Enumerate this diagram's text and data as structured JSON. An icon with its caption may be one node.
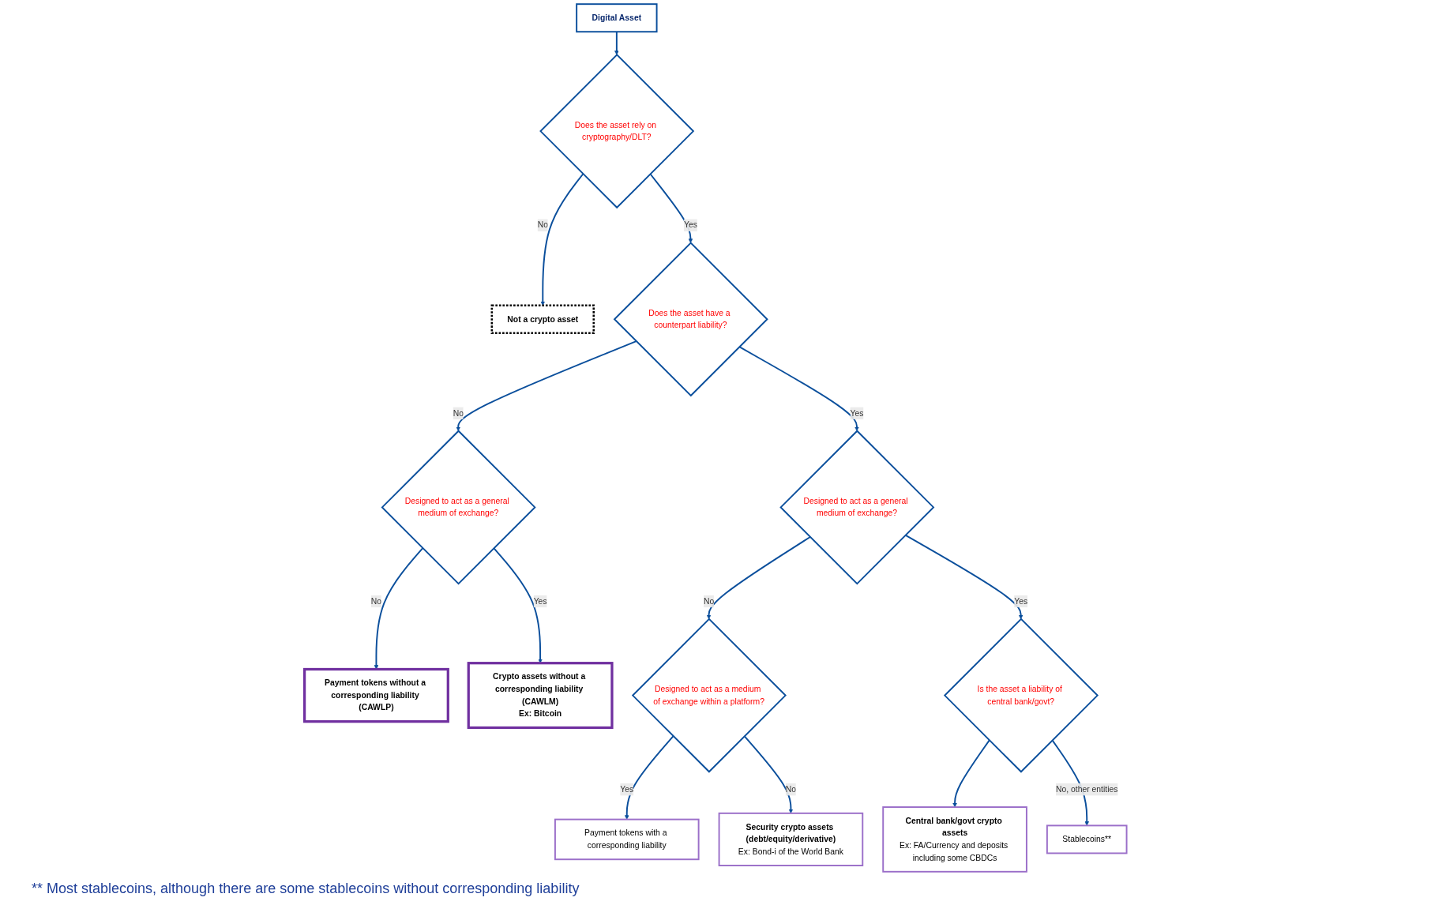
{
  "diagram": {
    "nodes": [
      {
        "text": [
          "Digital Asset"
        ]
      },
      {
        "text": [
          "Does the asset rely on cryptography/DLT?"
        ]
      },
      {
        "text": [
          "Not a crypto asset"
        ]
      },
      {
        "text": [
          "Does the asset have a counterpart liability?"
        ]
      },
      {
        "text": [
          "Designed to act as a general medium of exchange?"
        ]
      },
      {
        "text": [
          "Payment tokens without a corresponding liability (CAWLP)"
        ]
      },
      {
        "text": [
          "Crypto assets without a corresponding liability (CAWLM)",
          "Ex: Bitcoin"
        ]
      },
      {
        "text": [
          "Designed to act as a general medium of exchange?"
        ]
      },
      {
        "text": [
          "Designed to act as a medium of exchange within a platform?"
        ]
      },
      {
        "text": [
          "Is the asset a liability of central bank/govt?"
        ]
      },
      {
        "text": [
          "Payment tokens with a corresponding liability"
        ]
      },
      {
        "text": [
          "Central bank/govt crypto assets",
          "Ex: FA/Currency and deposits including some CBDCs"
        ]
      },
      {
        "text": [
          "Security crypto assets (debt/equity/derivative)",
          "Ex: Bond-i of the World Bank"
        ]
      },
      {
        "text": [
          "Stablecoins**"
        ]
      }
    ],
    "edges": [
      {
        "from": 0,
        "to": 1,
        "arrow": "to"
      },
      {
        "from": 1,
        "to": 2,
        "arrow": "to",
        "label": "No"
      },
      {
        "from": 1,
        "to": 3,
        "arrow": "to",
        "label": "Yes"
      },
      {
        "from": 3,
        "to": 7,
        "arrow": "to",
        "label": "Yes"
      },
      {
        "from": 3,
        "to": 4,
        "arrow": "to",
        "label": "No"
      },
      {
        "from": 4,
        "to": 5,
        "arrow": "to",
        "label": "No"
      },
      {
        "from": 4,
        "to": 6,
        "arrow": "to",
        "label": "Yes"
      },
      {
        "from": 7,
        "to": 8,
        "arrow": "to",
        "label": "No"
      },
      {
        "from": 7,
        "to": 9,
        "arrow": "to",
        "label": "Yes"
      },
      {
        "from": 8,
        "to": 10,
        "arrow": "to",
        "label": "Yes"
      },
      {
        "from": 8,
        "to": 12,
        "arrow": "to",
        "label": "No"
      },
      {
        "from": 9,
        "to": 11,
        "arrow": "to"
      },
      {
        "from": 9,
        "to": 13,
        "arrow": "to",
        "label": "No, other entities"
      }
    ],
    "labels": [
      "** Most stablecoins, although there are some stablecoins without corresponding liability"
    ]
  }
}
